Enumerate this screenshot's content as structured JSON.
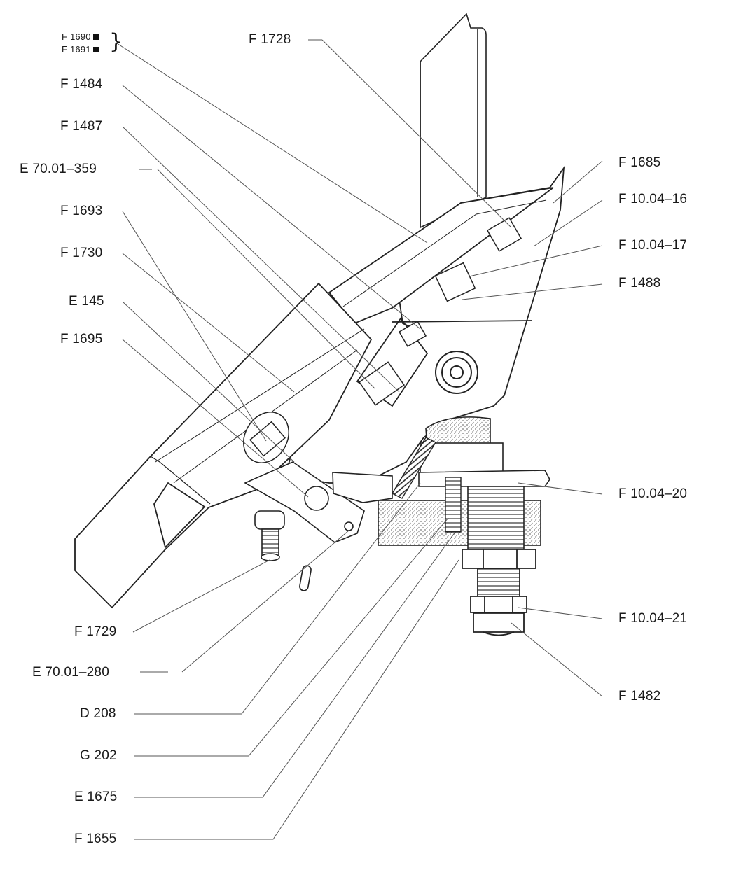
{
  "diagram": {
    "labels_left": [
      {
        "id": "f1728",
        "text": "F  1728"
      },
      {
        "id": "f1484",
        "text": "F  1484"
      },
      {
        "id": "f1487",
        "text": "F  1487"
      },
      {
        "id": "e70-01-359",
        "text": "E  70.01–359"
      },
      {
        "id": "f1693",
        "text": "F  1693"
      },
      {
        "id": "f1730",
        "text": "F  1730"
      },
      {
        "id": "e145",
        "text": "E  145"
      },
      {
        "id": "f1695",
        "text": "F  1695"
      }
    ],
    "labels_small": [
      {
        "id": "f1690",
        "text": "F  1690"
      },
      {
        "id": "f1691",
        "text": "F  1691"
      }
    ],
    "labels_right": [
      {
        "id": "f1685",
        "text": "F  1685"
      },
      {
        "id": "f10-04-16",
        "text": "F  10.04–16"
      },
      {
        "id": "f10-04-17",
        "text": "F  10.04–17"
      },
      {
        "id": "f1488",
        "text": "F  1488"
      },
      {
        "id": "f10-04-20",
        "text": "F  10.04–20"
      },
      {
        "id": "f10-04-21",
        "text": "F  10.04–21"
      },
      {
        "id": "f1482",
        "text": "F  1482"
      }
    ],
    "labels_bottom": [
      {
        "id": "f1729",
        "text": "F  1729"
      },
      {
        "id": "e70-01-280",
        "text": "E  70.01–280"
      },
      {
        "id": "d208",
        "text": "D  208"
      },
      {
        "id": "g202",
        "text": "G  202"
      },
      {
        "id": "e1675",
        "text": "E  1675"
      },
      {
        "id": "f1655",
        "text": "F  1655"
      }
    ]
  },
  "colors": {
    "ink": "#1a1a1a",
    "line": "#444444",
    "stipple": "#9a9a9a"
  }
}
